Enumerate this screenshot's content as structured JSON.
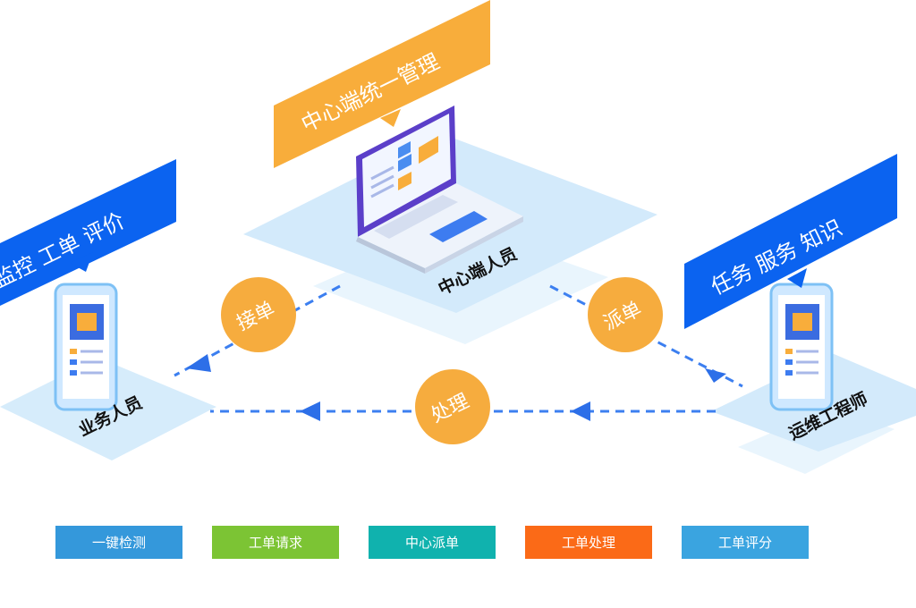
{
  "colors": {
    "platform": "#d6ecfb",
    "platform_dark": "#c4e1f7",
    "blue_banner": "#0b63f0",
    "orange_banner": "#f8ad3b",
    "circle": "#f6ac3e",
    "arrow": "#3c7ff0"
  },
  "nodes": {
    "center": {
      "label": "中心端人员",
      "banner": "中心端统一管理"
    },
    "left": {
      "label": "业务人员",
      "banner": "监控  工单  评价"
    },
    "right": {
      "label": "运维工程师",
      "banner": "任务  服务  知识"
    }
  },
  "flows": {
    "accept": "接单",
    "dispatch": "派单",
    "process": "处理"
  },
  "legend": [
    {
      "label": "一键检测",
      "color": "#3498db"
    },
    {
      "label": "工单请求",
      "color": "#7cc434"
    },
    {
      "label": "中心派单",
      "color": "#10b2ae"
    },
    {
      "label": "工单处理",
      "color": "#fb6a17"
    },
    {
      "label": "工单评分",
      "color": "#3aa4e0"
    }
  ]
}
